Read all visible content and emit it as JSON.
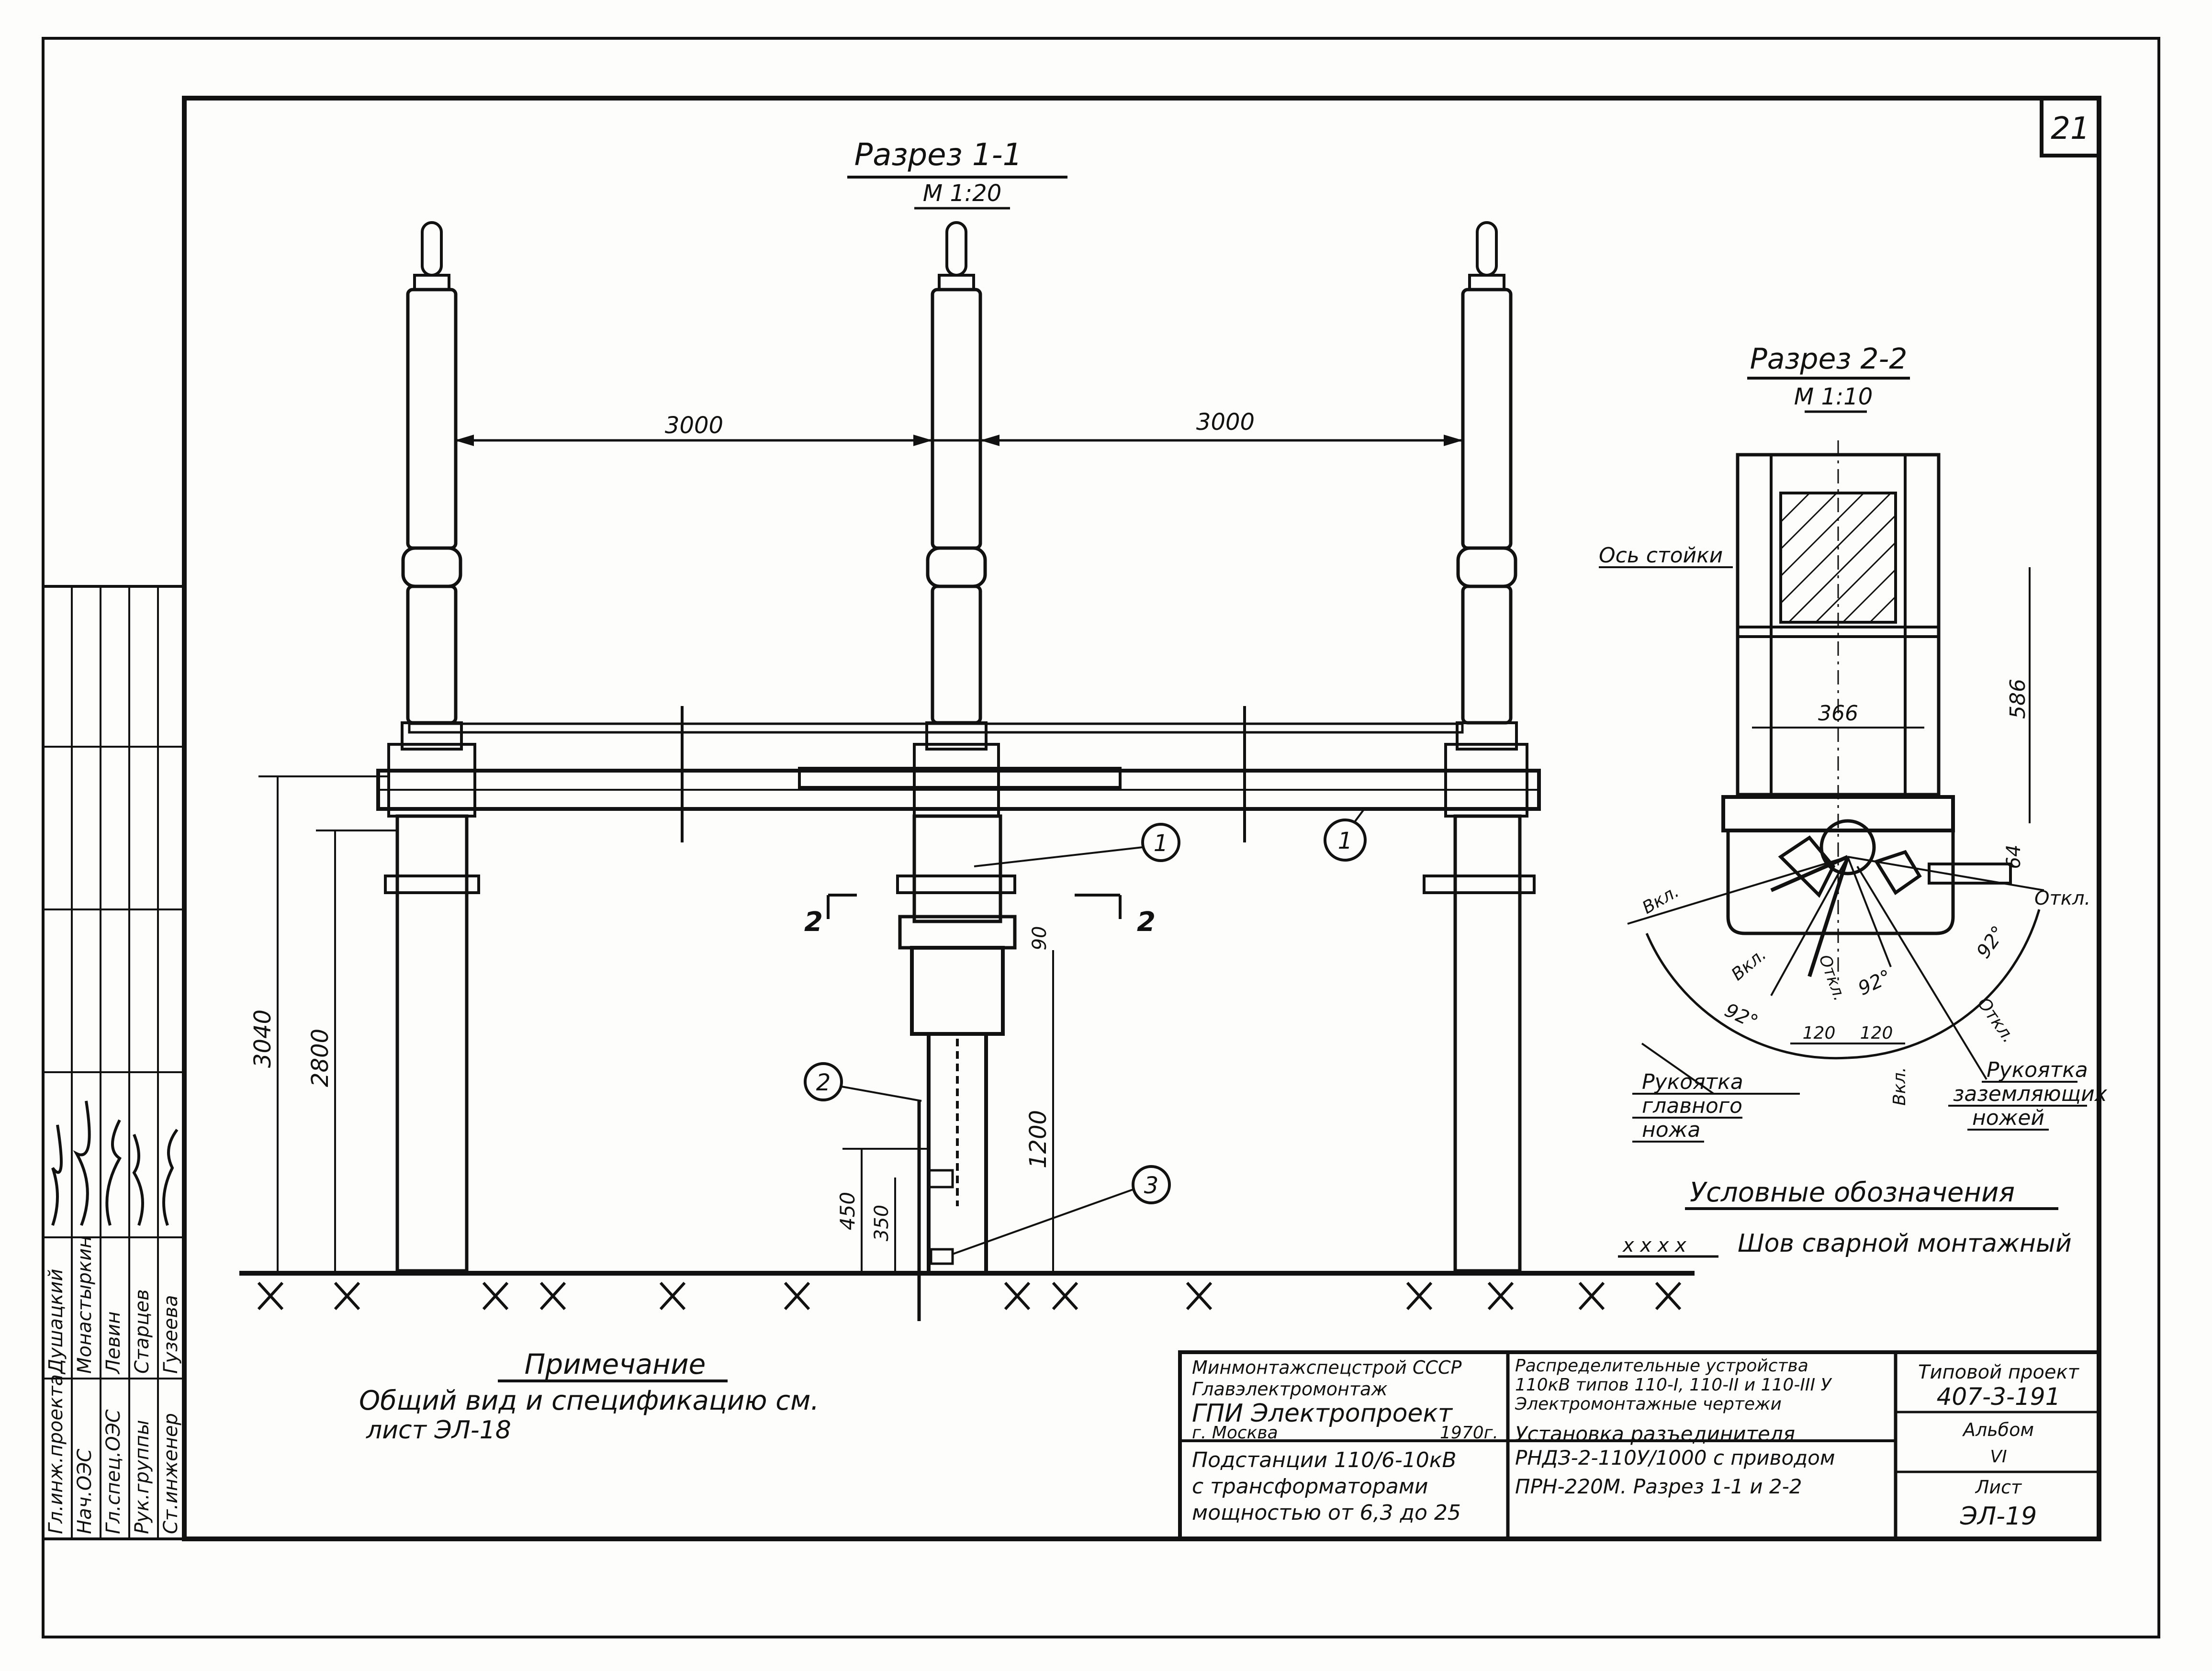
{
  "sheet_number": "21",
  "section_1": {
    "title": "Разрез 1-1",
    "scale": "М 1:20",
    "dim_span_left": "3000",
    "dim_span_right": "3000",
    "dim_height_total": "3040",
    "dim_height_frame": "2800",
    "dim_drive_height": "1200",
    "dim_450": "450",
    "dim_350": "350",
    "dim_90": "90",
    "section_mark": "2",
    "callouts": [
      "1",
      "1",
      "2",
      "3"
    ]
  },
  "section_2": {
    "title": "Разрез 2-2",
    "scale": "М 1:10",
    "axis_label": "Ось стойки",
    "dim_width": "366",
    "dim_height": "586",
    "dim_64": "64",
    "dim_120_left": "120",
    "dim_120_right": "120",
    "angle_left": "92°",
    "angle_mid": "92°",
    "angle_right": "92°",
    "lbl_on_1": "Вкл.",
    "lbl_on_2": "Вкл.",
    "lbl_on_3": "Вкл.",
    "lbl_off_1": "Откл.",
    "lbl_off_2": "Откл.",
    "lbl_off_3": "Откл.",
    "handle_main": [
      "Рукоятка",
      "главного",
      "ножа"
    ],
    "handle_ground": [
      "Рукоятка",
      "заземляющих",
      "ножей"
    ]
  },
  "legend": {
    "title": "Условные обозначения",
    "symbol": "x x x x",
    "text": "Шов сварной монтажный"
  },
  "note": {
    "title": "Примечание",
    "line1": "Общий вид и спецификацию см.",
    "line2": "лист ЭЛ-18"
  },
  "title_block": {
    "org1": "Минмонтажспецстрой СССР",
    "org2": "Главэлектромонтаж",
    "org3": "ГПИ Электропроект",
    "city": "г. Москва",
    "year": "1970г.",
    "subject1": "Подстанции 110/6-10кВ",
    "subject2": "с трансформаторами",
    "subject3": "мощностью от 6,3 до 25",
    "desc1": "Распределительные устройства",
    "desc2": "110кВ типов 110-I, 110-II и 110-III У",
    "desc3": "Электромонтажные чертежи",
    "desc4": "Установка разъединителя",
    "desc5": "РНДЗ-2-110У/1000 с приводом",
    "desc6": "ПРН-220М. Разрез 1-1 и 2-2",
    "project_label": "Типовой проект",
    "project_no": "407-3-191",
    "album_label": "Альбом",
    "album_no": "VI",
    "sheet_label": "Лист",
    "sheet_no": "ЭЛ-19"
  },
  "stamp_roles": [
    "Гл.инж.проекта",
    "Нач.ОЭС",
    "Гл.спец.ОЭС",
    "Рук.группы",
    "Ст.инженер"
  ],
  "stamp_names": [
    "Душацкий",
    "Монастыркин",
    "Левин",
    "Старцев",
    "Гузеева"
  ]
}
